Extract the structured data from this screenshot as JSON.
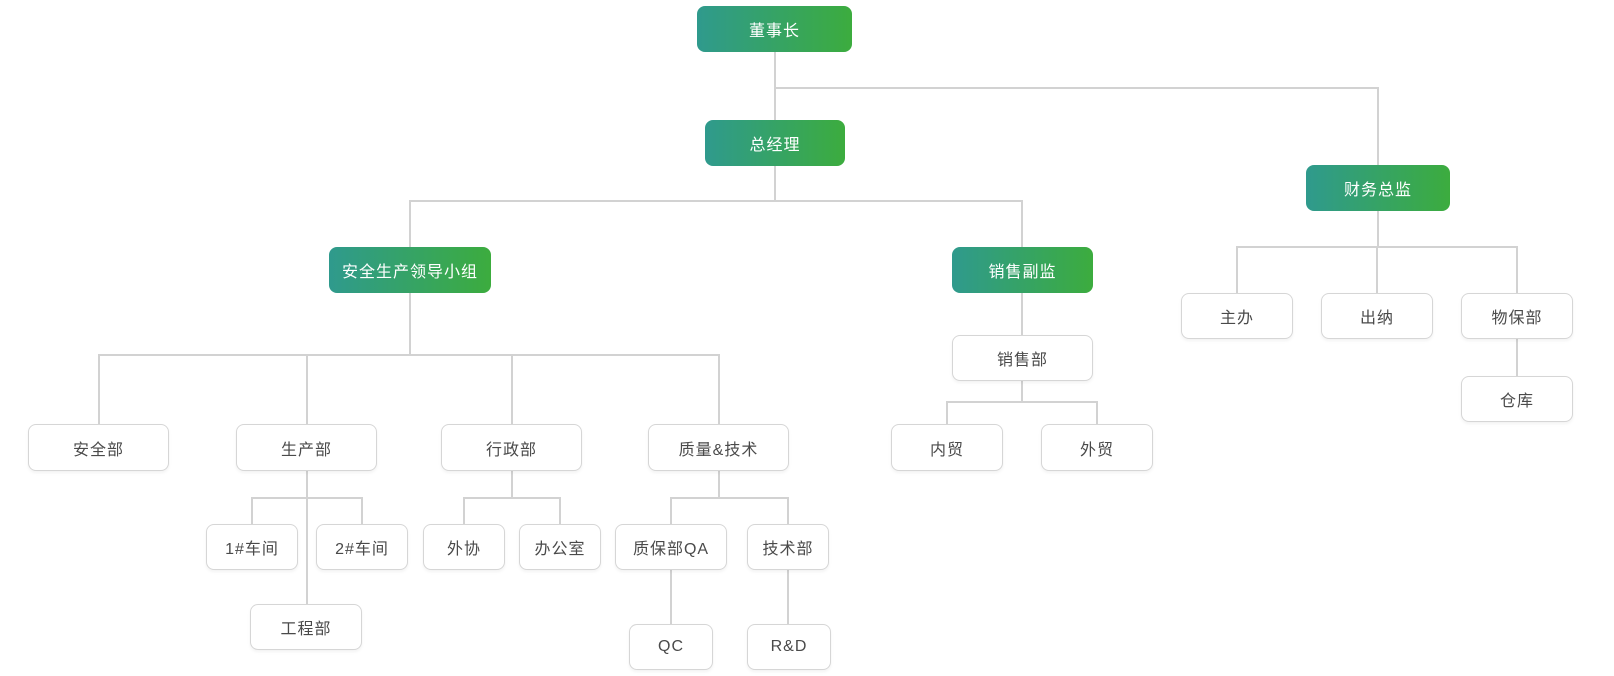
{
  "diagram": {
    "type": "org-chart",
    "colors": {
      "manager_node_gradient_start": "#2F9A8D",
      "manager_node_gradient_end": "#3CAC3E",
      "manager_node_text": "#FFFFFF",
      "leaf_node_background": "#FFFFFF",
      "leaf_node_border": "#D6D6D6",
      "leaf_node_text": "#4A4A4A",
      "connector": "#D2D2D2"
    },
    "nodes": {
      "chairman": {
        "label": "董事长"
      },
      "general_manager": {
        "label": "总经理"
      },
      "finance_director": {
        "label": "财务总监"
      },
      "safety_leadership_group": {
        "label": "安全生产领导小组"
      },
      "sales_deputy_director": {
        "label": "销售副监"
      },
      "sales_dept": {
        "label": "销售部"
      },
      "domestic_trade": {
        "label": "内贸"
      },
      "foreign_trade": {
        "label": "外贸"
      },
      "chief_clerk": {
        "label": "主办"
      },
      "cashier": {
        "label": "出纳"
      },
      "material_security_dept": {
        "label": "物保部"
      },
      "warehouse": {
        "label": "仓库"
      },
      "safety_dept": {
        "label": "安全部"
      },
      "production_dept": {
        "label": "生产部"
      },
      "admin_dept": {
        "label": "行政部"
      },
      "quality_tech_dept": {
        "label": "质量&技术"
      },
      "workshop_1": {
        "label": "1#车间"
      },
      "workshop_2": {
        "label": "2#车间"
      },
      "engineering_dept": {
        "label": "工程部"
      },
      "outsourcing": {
        "label": "外协"
      },
      "office": {
        "label": "办公室"
      },
      "qa_dept": {
        "label": "质保部QA"
      },
      "tech_dept": {
        "label": "技术部"
      },
      "qc": {
        "label": "QC"
      },
      "rnd": {
        "label": "R&D"
      }
    },
    "hierarchy": {
      "label": "董事长",
      "children": [
        {
          "label": "总经理",
          "children": [
            {
              "label": "安全生产领导小组",
              "children": [
                {
                  "label": "安全部"
                },
                {
                  "label": "生产部",
                  "children": [
                    {
                      "label": "1#车间"
                    },
                    {
                      "label": "2#车间"
                    },
                    {
                      "label": "工程部"
                    }
                  ]
                },
                {
                  "label": "行政部",
                  "children": [
                    {
                      "label": "外协"
                    },
                    {
                      "label": "办公室"
                    }
                  ]
                },
                {
                  "label": "质量&技术",
                  "children": [
                    {
                      "label": "质保部QA",
                      "children": [
                        {
                          "label": "QC"
                        }
                      ]
                    },
                    {
                      "label": "技术部",
                      "children": [
                        {
                          "label": "R&D"
                        }
                      ]
                    }
                  ]
                }
              ]
            },
            {
              "label": "销售副监",
              "children": [
                {
                  "label": "销售部",
                  "children": [
                    {
                      "label": "内贸"
                    },
                    {
                      "label": "外贸"
                    }
                  ]
                }
              ]
            }
          ]
        },
        {
          "label": "财务总监",
          "children": [
            {
              "label": "主办"
            },
            {
              "label": "出纳"
            },
            {
              "label": "物保部",
              "children": [
                {
                  "label": "仓库"
                }
              ]
            }
          ]
        }
      ]
    }
  }
}
